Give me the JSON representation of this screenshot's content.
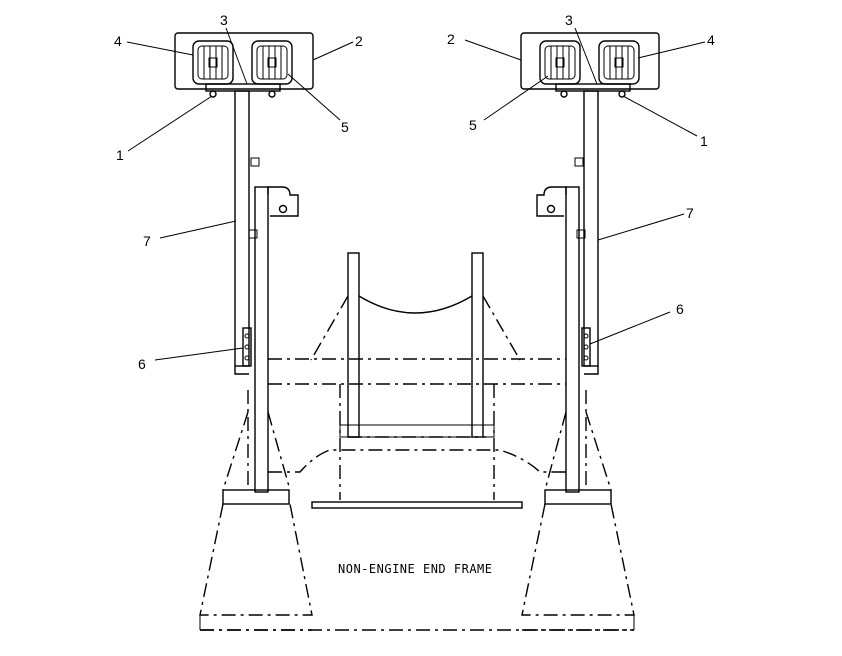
{
  "diagram": {
    "caption": "NON-ENGINE END FRAME",
    "callouts": {
      "left": [
        "1",
        "2",
        "3",
        "4",
        "5",
        "6",
        "7"
      ],
      "right": [
        "1",
        "2",
        "3",
        "4",
        "5",
        "6",
        "7"
      ]
    }
  }
}
